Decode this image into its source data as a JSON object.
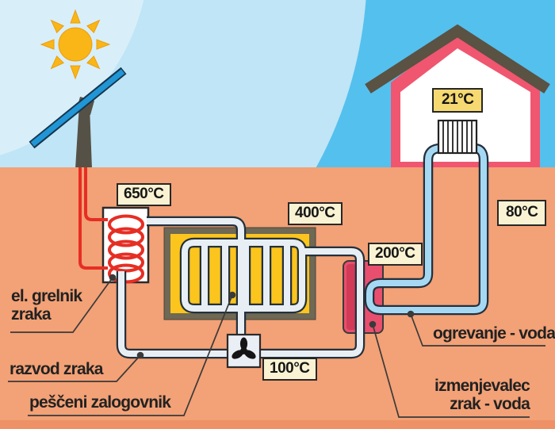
{
  "diagram": {
    "labels": {
      "electric_heater_line1": "el. grelnik",
      "electric_heater_line2": "zraka",
      "air_distribution": "razvod zraka",
      "sand_storage": "peščeni zalogovnik",
      "heating_water": "ogrevanje - voda",
      "exchanger_line1": "izmenjevalec",
      "exchanger_line2": "zrak - voda"
    },
    "temperatures": {
      "heater_out": "650°C",
      "storage": "400°C",
      "exchanger_in": "200°C",
      "water_loop": "80°C",
      "air_return": "100°C",
      "room": "21°C"
    },
    "colors": {
      "sky": "#54c0ee",
      "sky_glow": "#bfe5f6",
      "sky_glow_inner": "#d8effa",
      "ground": "#f3a176",
      "ground_strip": "#ee9166",
      "sun": "#f9b616",
      "panel_blue": "#2196d6",
      "house_pink": "#f0566f",
      "roof": "#5a5243",
      "storage_border": "#6e6854",
      "storage_sand": "#fbc51d",
      "exchanger_pink": "#e84f6e",
      "exchanger_dark": "#d13b58",
      "air_pipe": "#e7eef4",
      "water_pipe": "#a5d9f3",
      "pipe_outline": "#24303c",
      "wire_red": "#e62e24",
      "label_bg": "#faf3d3",
      "room_label_bg": "#f6da71"
    }
  }
}
